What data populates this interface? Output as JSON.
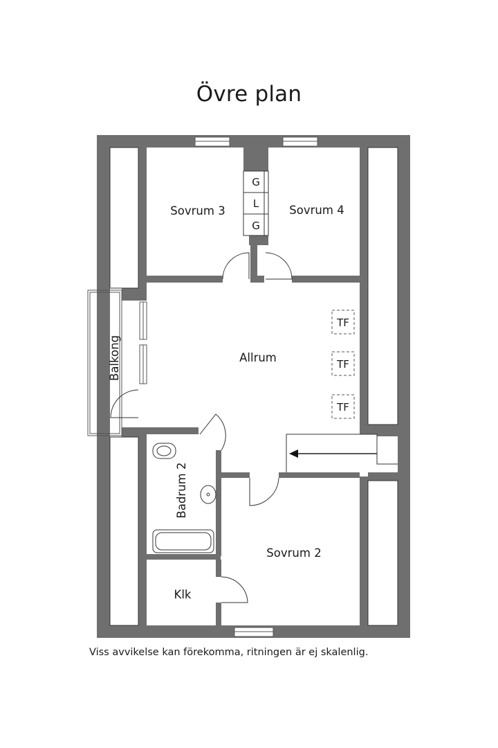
{
  "title": "Övre plan",
  "disclaimer": "Viss avvikelse kan förekomma, ritningen är ej skalenlig.",
  "rooms": {
    "sovrum3": "Sovrum 3",
    "sovrum4": "Sovrum 4",
    "allrum": "Allrum",
    "balkong": "Balkong",
    "badrum2": "Badrum 2",
    "sovrum2": "Sovrum 2",
    "klk": "Klk"
  },
  "closet_labels": [
    "G",
    "L",
    "G"
  ],
  "tf_labels": [
    "TF",
    "TF",
    "TF"
  ],
  "colors": {
    "wall": "#6f6f6f",
    "line": "#333333"
  }
}
